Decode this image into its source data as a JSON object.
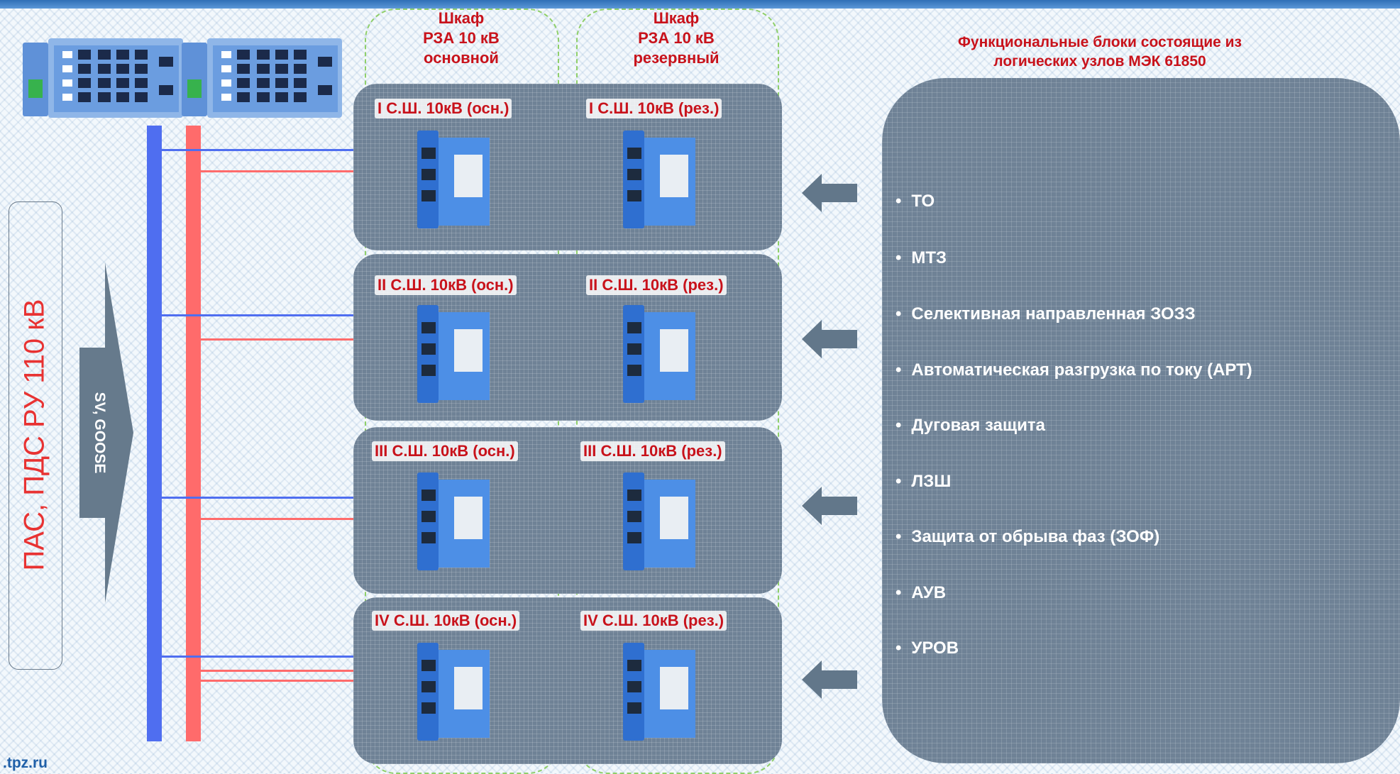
{
  "left_label": "ПАС, ПДС РУ 110 кВ",
  "flow_label": "SV, GOOSE",
  "cabinets": [
    {
      "line1": "Шкаф",
      "line2": "РЗА 10 кВ",
      "line3": "основной"
    },
    {
      "line1": "Шкаф",
      "line2": "РЗА 10 кВ",
      "line3": "резервный"
    }
  ],
  "rows": [
    {
      "main": "I С.Ш. 10кВ (осн.)",
      "reserve": "I С.Ш. 10кВ (рез.)"
    },
    {
      "main": "II С.Ш. 10кВ (осн.)",
      "reserve": "II С.Ш. 10кВ (рез.)"
    },
    {
      "main": "III С.Ш. 10кВ (осн.)",
      "reserve": "III С.Ш. 10кВ (рез.)"
    },
    {
      "main": "IV С.Ш. 10кВ (осн.)",
      "reserve": "IV С.Ш. 10кВ (рез.)"
    }
  ],
  "functional_blocks": {
    "title_line1": "Функциональные блоки состоящие из",
    "title_line2": "логических узлов МЭК 61850",
    "bullet": "•",
    "items": [
      "ТО",
      "МТЗ",
      "Селективная направленная ЗОЗЗ",
      "Автоматическая  разгрузка по току (АРТ)",
      "Дуговая защита",
      "ЛЗШ",
      "Защита от обрыва фаз (ЗОФ)",
      "АУВ",
      "УРОВ"
    ]
  },
  "footer": ".tpz.ru",
  "colors": {
    "bus_a": "#4f6ef0",
    "bus_b": "#ff6b6b",
    "label_red": "#c8121b",
    "panel": "#6f8296",
    "device_blue": "#2f6fd0"
  },
  "icons": {
    "switch": "ethernet-switch-icon",
    "device": "protection-relay-icon",
    "arrow": "left-arrow-icon"
  }
}
